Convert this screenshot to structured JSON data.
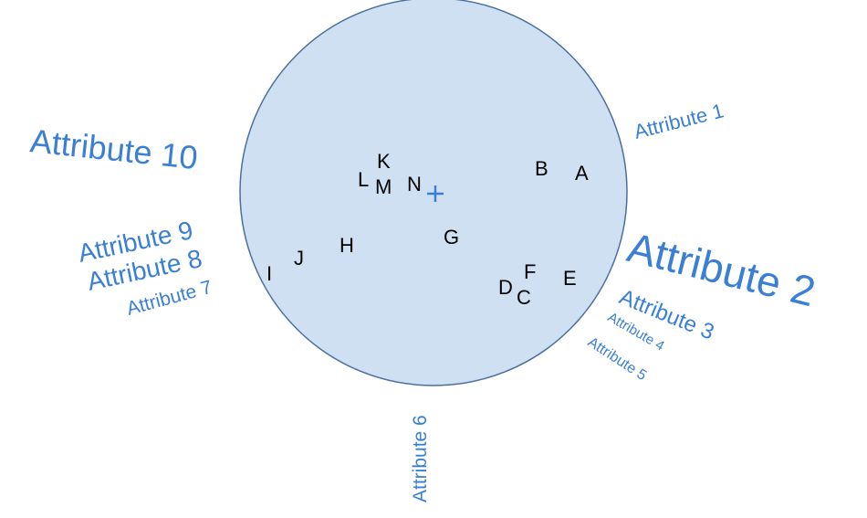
{
  "points": [
    {
      "key": "a",
      "label": "A"
    },
    {
      "key": "b",
      "label": "B"
    },
    {
      "key": "c",
      "label": "C"
    },
    {
      "key": "d",
      "label": "D"
    },
    {
      "key": "e",
      "label": "E"
    },
    {
      "key": "f",
      "label": "F"
    },
    {
      "key": "g",
      "label": "G"
    },
    {
      "key": "h",
      "label": "H"
    },
    {
      "key": "i",
      "label": "I"
    },
    {
      "key": "j",
      "label": "J"
    },
    {
      "key": "k",
      "label": "K"
    },
    {
      "key": "l",
      "label": "L"
    },
    {
      "key": "m",
      "label": "M"
    },
    {
      "key": "n",
      "label": "N"
    }
  ],
  "attributes": [
    {
      "key": "1",
      "label": "Attribute 1"
    },
    {
      "key": "2",
      "label": "Attribute 2"
    },
    {
      "key": "3",
      "label": "Attribute 3"
    },
    {
      "key": "4",
      "label": "Attribute 4"
    },
    {
      "key": "5",
      "label": "Attribute 5"
    },
    {
      "key": "6",
      "label": "Attribute 6"
    },
    {
      "key": "7",
      "label": "Attribute 7"
    },
    {
      "key": "8",
      "label": "Attribute 8"
    },
    {
      "key": "9",
      "label": "Attribute 9"
    },
    {
      "key": "10",
      "label": "Attribute 10"
    }
  ],
  "colors": {
    "circle_fill": "#cfe0f3",
    "circle_stroke": "#4a6f9c",
    "attribute_text": "#3a7fd6",
    "point_text": "#000000",
    "center_marker": "#3a7fd6"
  },
  "center_marker_icon": "plus-icon"
}
